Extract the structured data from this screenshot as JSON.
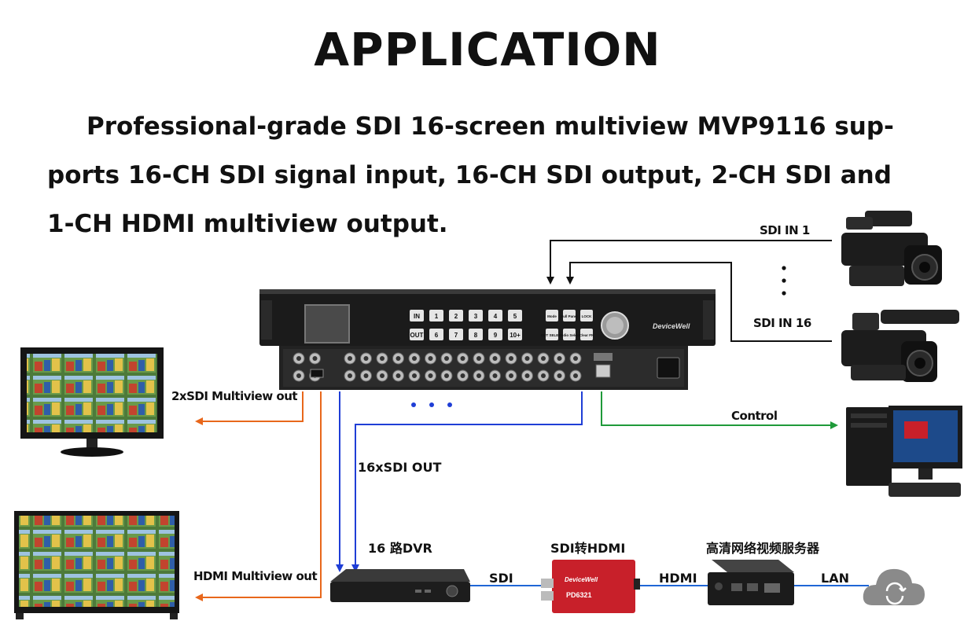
{
  "header": {
    "title": "APPLICATION",
    "description": "Professional-grade SDI 16-screen multiview MVP9116 sup- ports 16-CH SDI signal input, 16-CH SDI output, 2-CH SDI and 1-CH HDMI multiview output."
  },
  "device": {
    "brand": "DeviceWell",
    "front_buttons_row1": [
      "IN",
      "1",
      "2",
      "3",
      "4",
      "5"
    ],
    "front_buttons_row2": [
      "OUT",
      "6",
      "7",
      "8",
      "9",
      "10+"
    ],
    "function_buttons": [
      "Mode",
      "Full Panel",
      "LOCK",
      "OUT SELECT",
      "Audio Select",
      "Clear FN"
    ]
  },
  "labels": {
    "sdi_in_1": "SDI IN 1",
    "sdi_in_16": "SDI IN 16",
    "multiview_sdi": "2xSDI Multiview out",
    "multiview_hdmi": "HDMI Multiview out",
    "sdi_out": "16xSDI OUT",
    "control": "Control",
    "dvr": "16 路DVR",
    "converter": "SDI转HDMI",
    "converter_model": "PD6321",
    "server": "高清网络视频服务器",
    "link_sdi": "SDI",
    "link_hdmi": "HDMI",
    "link_lan": "LAN"
  },
  "colors": {
    "orange": "#e8671b",
    "blue": "#1f3ed6",
    "green": "#1f9a3a",
    "black": "#111111",
    "converter_red": "#c8202a"
  }
}
